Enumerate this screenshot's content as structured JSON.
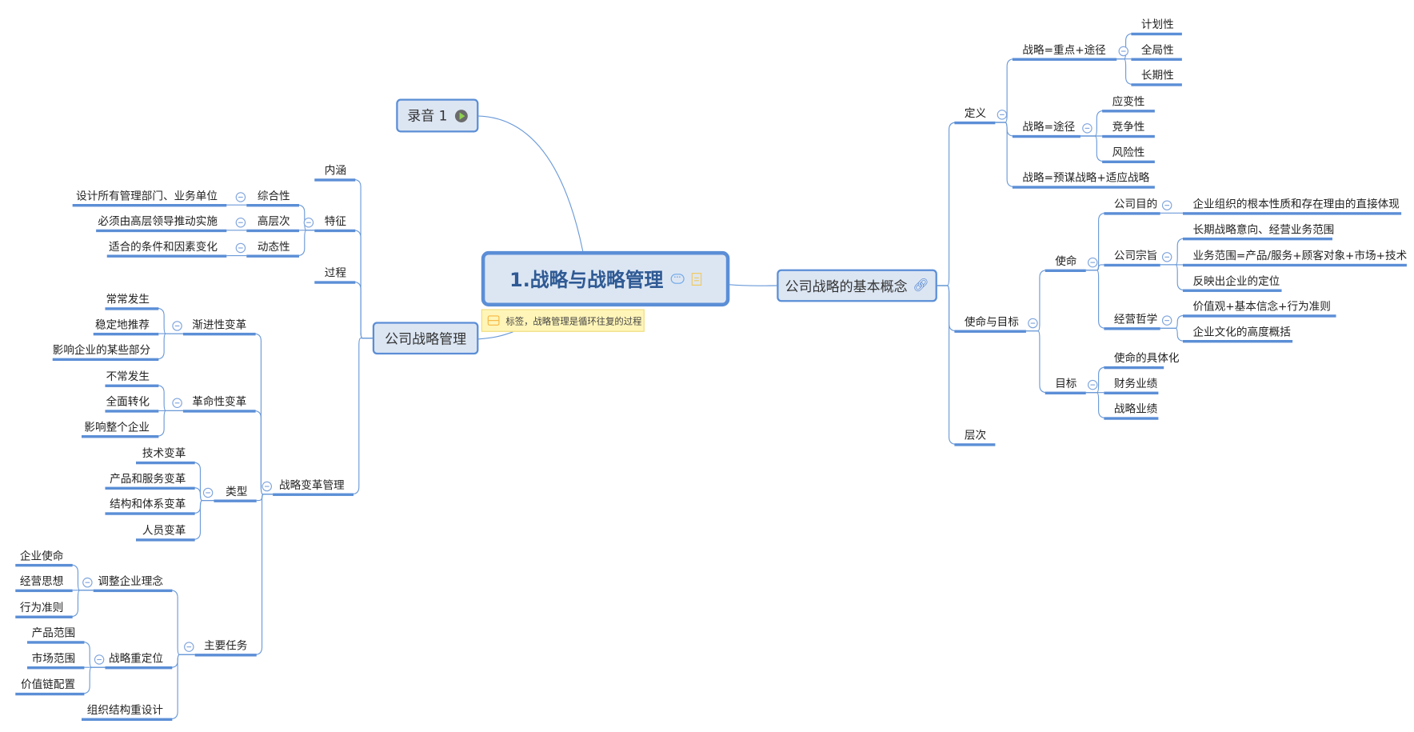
{
  "central": {
    "title": "1.战略与战略管理",
    "tag_label": "标签，战略管理是循环往复的过程"
  },
  "recording": {
    "label": "录音 1"
  },
  "right": {
    "label": "公司战略的基本概念",
    "definition": {
      "label": "定义",
      "items": [
        {
          "label": "战略=重点+途径",
          "children": [
            "计划性",
            "全局性",
            "长期性"
          ]
        },
        {
          "label": "战略=途径",
          "children": [
            "应变性",
            "竞争性",
            "风险性"
          ]
        },
        {
          "label": "战略=预谋战略+适应战略"
        }
      ]
    },
    "mission_goals": {
      "label": "使命与目标",
      "mission": {
        "label": "使命",
        "items": [
          {
            "label": "公司目的",
            "children": [
              "企业组织的根本性质和存在理由的直接体现"
            ]
          },
          {
            "label": "公司宗旨",
            "children": [
              "长期战略意向、经营业务范围",
              "业务范围=产品/服务+顾客对象+市场+技术",
              "反映出企业的定位"
            ]
          },
          {
            "label": "经营哲学",
            "children": [
              "价值观+基本信念+行为准则",
              "企业文化的高度概括"
            ]
          }
        ]
      },
      "goals": {
        "label": "目标",
        "children": [
          "使命的具体化",
          "财务业绩",
          "战略业绩"
        ]
      }
    },
    "levels": {
      "label": "层次"
    }
  },
  "left": {
    "label": "公司战略管理",
    "connotation": {
      "label": "内涵"
    },
    "features": {
      "label": "特征",
      "items": [
        {
          "label": "综合性",
          "children": [
            "设计所有管理部门、业务单位"
          ]
        },
        {
          "label": "高层次",
          "children": [
            "必须由高层领导推动实施"
          ]
        },
        {
          "label": "动态性",
          "children": [
            "适合的条件和因素变化"
          ]
        }
      ]
    },
    "process": {
      "label": "过程"
    },
    "change_mgmt": {
      "label": "战略变革管理",
      "items": [
        {
          "label": "渐进性变革",
          "children": [
            "常常发生",
            "稳定地推荐",
            "影响企业的某些部分"
          ]
        },
        {
          "label": "革命性变革",
          "children": [
            "不常发生",
            "全面转化",
            "影响整个企业"
          ]
        },
        {
          "label": "类型",
          "children": [
            "技术变革",
            "产品和服务变革",
            "结构和体系变革",
            "人员变革"
          ]
        },
        {
          "label": "主要任务",
          "items": [
            {
              "label": "调整企业理念",
              "children": [
                "企业使命",
                "经营思想",
                "行为准则"
              ]
            },
            {
              "label": "战略重定位",
              "children": [
                "产品范围",
                "市场范围",
                "价值链配置"
              ]
            },
            {
              "label": "组织结构重设计"
            }
          ]
        }
      ]
    }
  },
  "colors": {
    "line": "#6b9ad8",
    "underline": "#5b8ed6",
    "box_fill": "#dce6f3",
    "tag_fill": "#fff5b8"
  }
}
